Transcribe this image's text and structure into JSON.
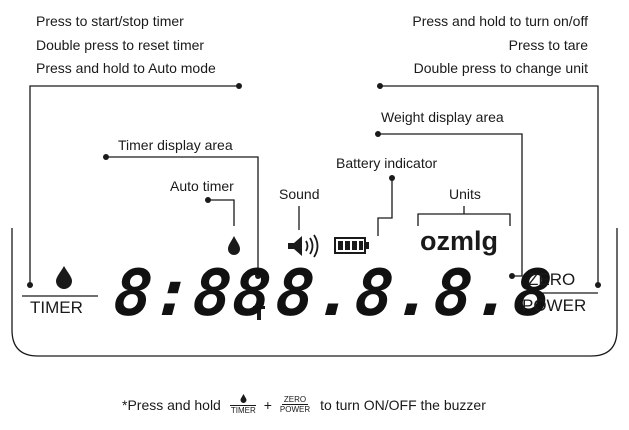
{
  "left_button_callout": [
    "Press to start/stop timer",
    "Double press to reset timer",
    "Press and hold to Auto mode"
  ],
  "right_button_callout": [
    "Press and hold to turn on/off",
    "Press to tare",
    "Double press to change unit"
  ],
  "labels": {
    "weight_display": "Weight display area",
    "timer_display": "Timer display area",
    "battery": "Battery indicator",
    "auto_timer": "Auto timer",
    "sound": "Sound",
    "units": "Units"
  },
  "display": {
    "timer_digits": "8:88",
    "weight_digits": "8.8.8.8",
    "units_text": "ozmlg",
    "left_button": "TIMER",
    "right_button_top": "ZERO",
    "right_button_bottom": "POWER"
  },
  "footnote": {
    "prefix": "*Press and hold",
    "fraction_left_bottom": "TIMER",
    "plus": "+",
    "fraction_right_top": "ZERO",
    "fraction_right_bottom": "POWER",
    "suffix": "to turn ON/OFF the buzzer"
  },
  "icons": {
    "timer_button": "drop-icon",
    "auto_timer": "drop-icon",
    "sound": "speaker-icon",
    "battery": "battery-icon"
  },
  "colors": {
    "ink": "#1a1a1a"
  }
}
